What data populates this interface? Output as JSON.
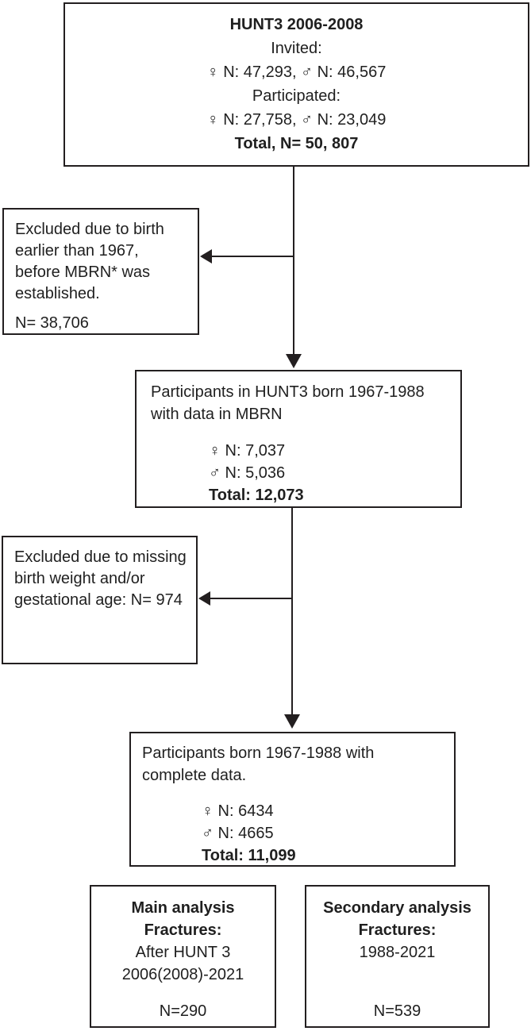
{
  "title_box": {
    "title": "HUNT3 2006-2008",
    "invited_label": "Invited:",
    "invited_counts": "♀ N: 47,293, ♂ N: 46,567",
    "participated_label": "Participated:",
    "participated_counts": "♀ N: 27,758, ♂ N: 23,049",
    "total": "Total, N= 50, 807"
  },
  "excluded_box_1": {
    "line1": "Excluded due to birth",
    "line2": "earlier than 1967,",
    "line3": "before MBRN* was",
    "line4": "established.",
    "n": "N= 38,706"
  },
  "mbrn_box": {
    "line1": "Participants in HUNT3 born 1967-1988",
    "line2": "with data in MBRN",
    "female": "♀ N: 7,037",
    "male": "♂ N: 5,036",
    "total": "Total: 12,073"
  },
  "excluded_box_2": {
    "line1": "Excluded due to missing",
    "line2": "birth weight and/or",
    "line3": "gestational age: N= 974"
  },
  "complete_box": {
    "line1": "Participants born 1967-1988 with",
    "line2": "complete data.",
    "female": "♀ N: 6434",
    "male": "♂ N: 4665",
    "total": "Total: 11,099"
  },
  "main_analysis_box": {
    "title": "Main analysis",
    "subtitle": "Fractures:",
    "line1": "After HUNT 3",
    "line2": "2006(2008)-2021",
    "n": "N=290"
  },
  "secondary_analysis_box": {
    "title": "Secondary analysis",
    "subtitle": "Fractures:",
    "line1": "1988-2021",
    "n": "N=539"
  },
  "colors": {
    "border": "#231f20",
    "text": "#1f1f1f",
    "background": "#ffffff"
  }
}
